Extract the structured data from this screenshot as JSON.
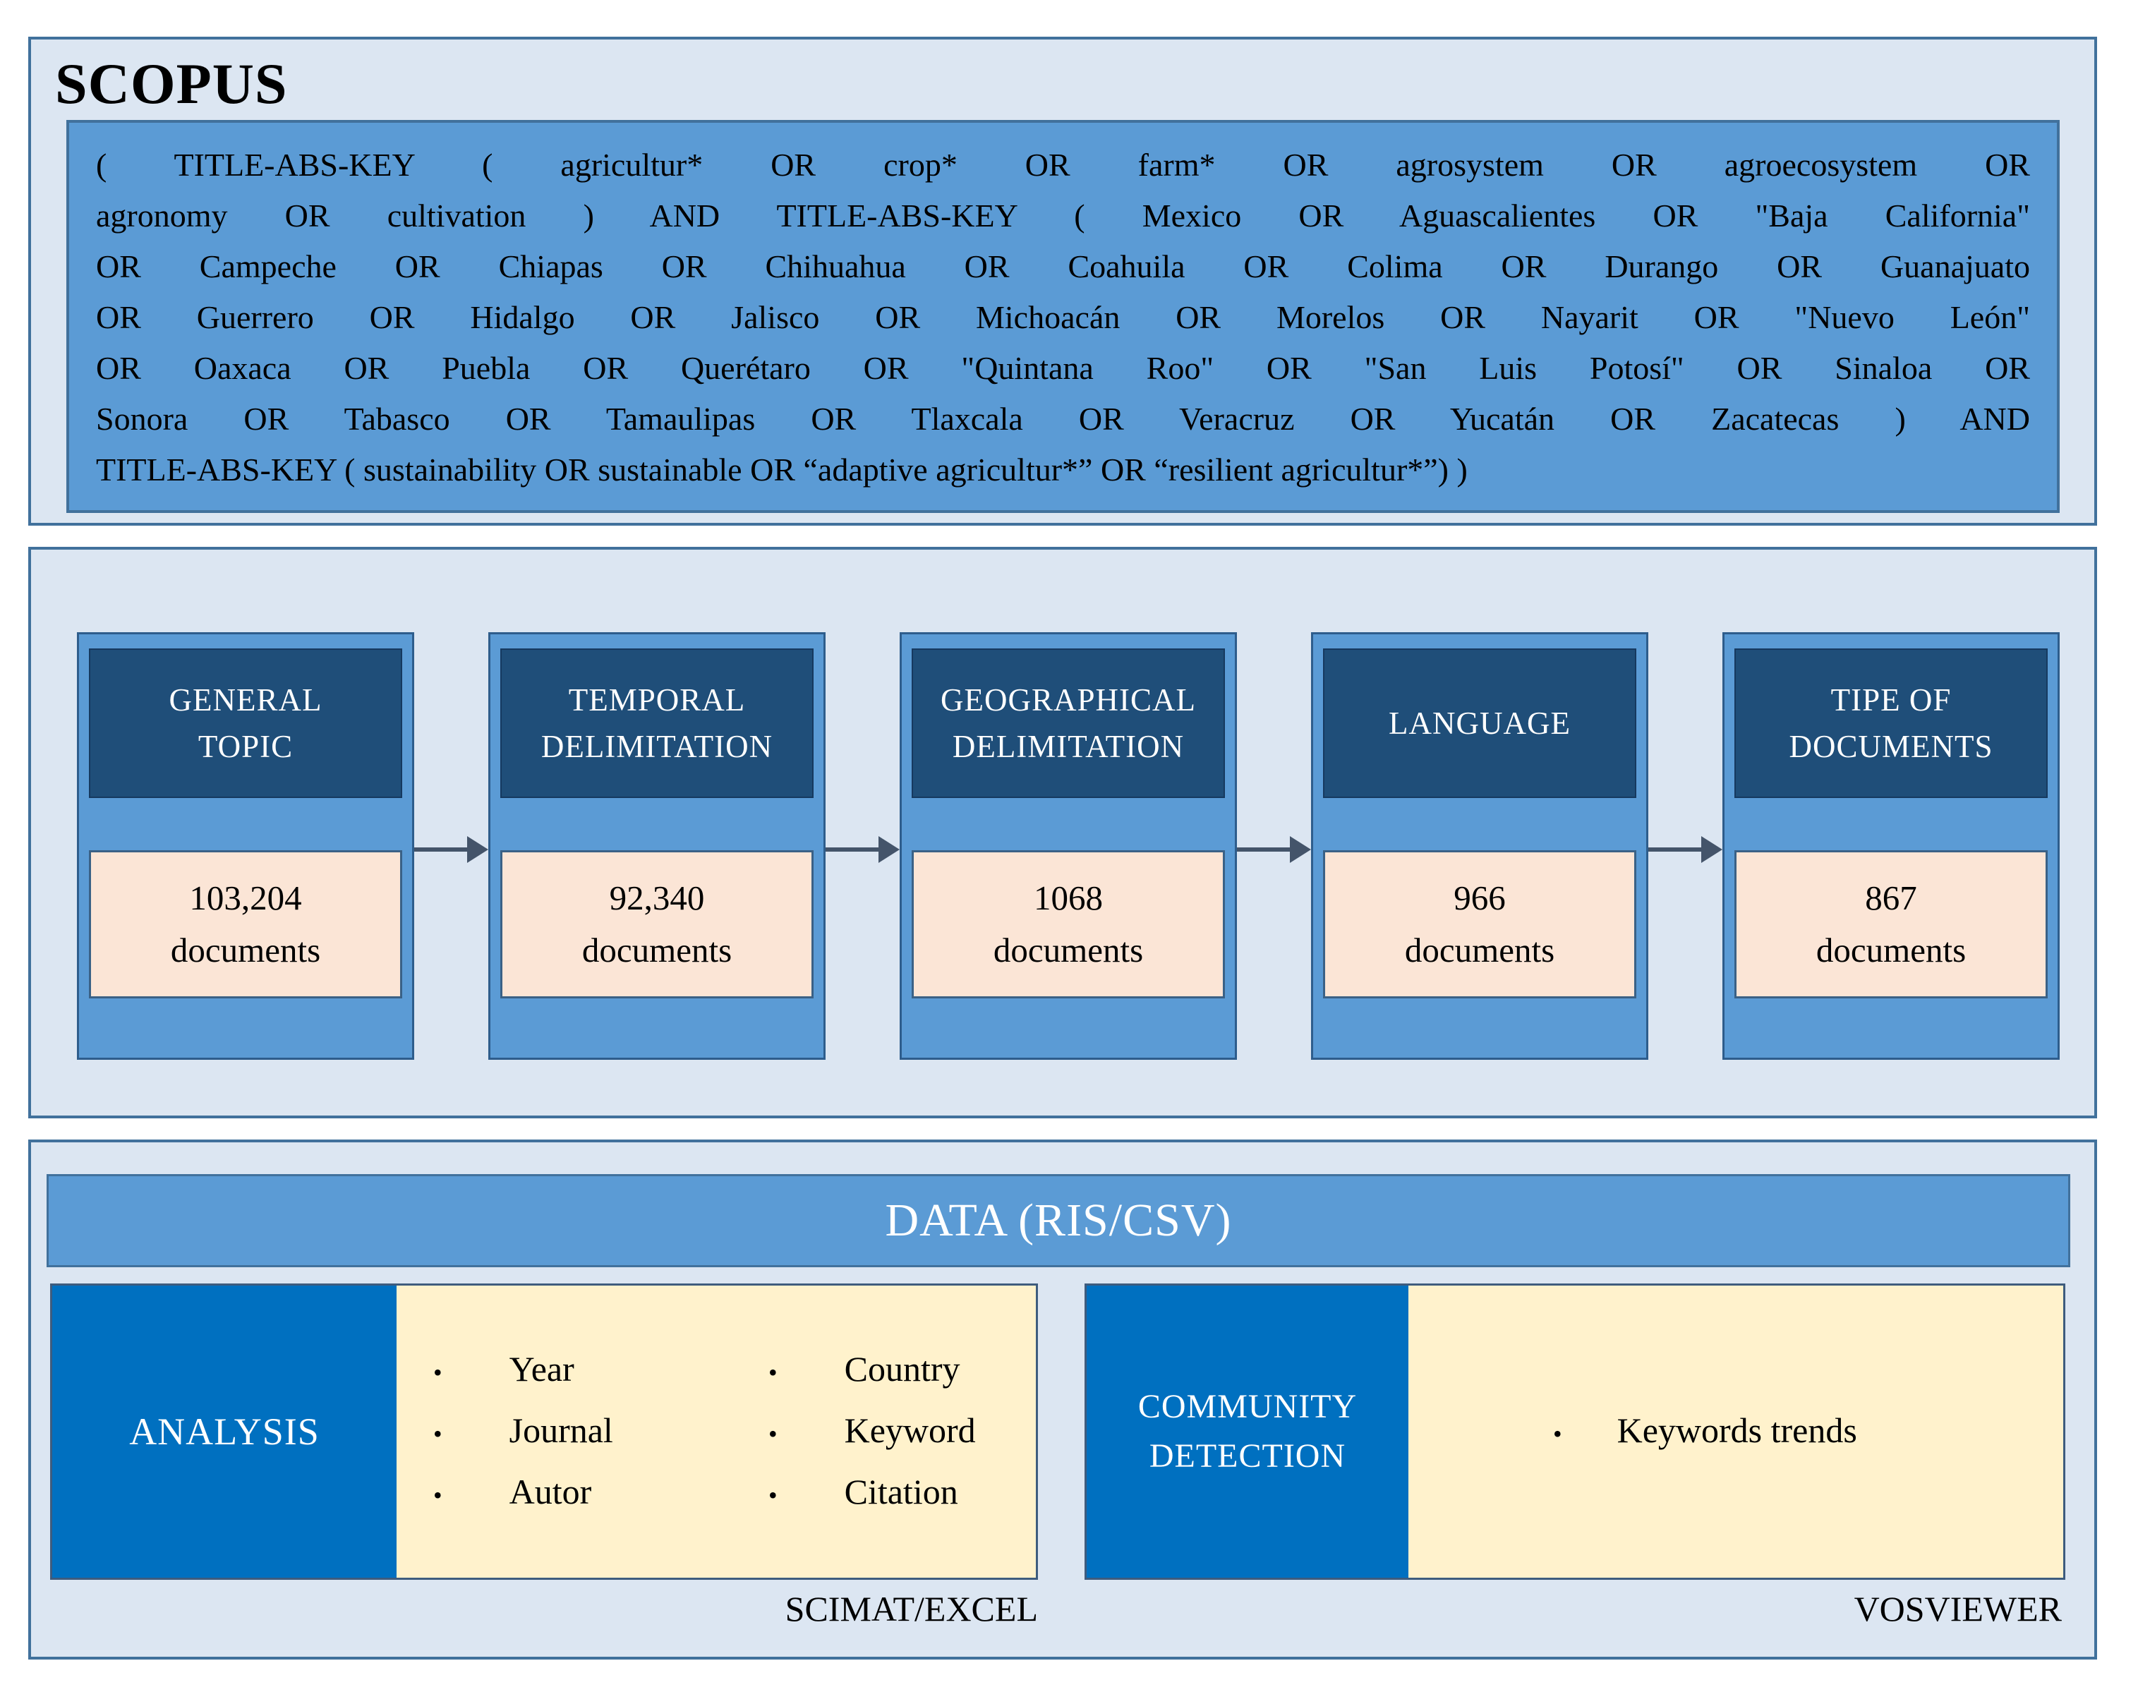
{
  "colors": {
    "section_bg": "#DCE6F2",
    "section_border": "#41719C",
    "box_blue": "#5B9BD5",
    "header_navy": "#1F4E79",
    "peach": "#FBE5D6",
    "cream": "#FFF2CC",
    "bright_blue": "#0070C0",
    "arrow": "#44546A",
    "text_white": "#FFFFFF",
    "text_black": "#000000"
  },
  "scopus": {
    "title": "SCOPUS",
    "query_lines": [
      "( TITLE-ABS-KEY ( agricultur* OR crop* OR farm* OR agrosystem OR agroecosystem OR",
      "agronomy OR cultivation ) AND TITLE-ABS-KEY ( Mexico OR Aguascalientes OR \"Baja California\"",
      "OR Campeche OR Chiapas OR Chihuahua OR Coahuila OR Colima OR Durango OR Guanajuato",
      "OR Guerrero OR Hidalgo OR Jalisco OR Michoacán OR Morelos OR Nayarit OR \"Nuevo León\"",
      "OR Oaxaca OR Puebla OR Querétaro OR \"Quintana Roo\" OR \"San Luis Potosí\" OR Sinaloa OR",
      "Sonora OR Tabasco OR Tamaulipas OR Tlaxcala OR Veracruz OR Yucatán OR Zacatecas ) AND",
      "TITLE-ABS-KEY ( sustainability OR sustainable OR “adaptive agricultur*” OR “resilient agricultur*”) )"
    ]
  },
  "flow": {
    "steps": [
      {
        "title_line1": "GENERAL",
        "title_line2": "TOPIC",
        "count": "103,204",
        "unit": "documents"
      },
      {
        "title_line1": "TEMPORAL",
        "title_line2": "DELIMITATION",
        "count": "92,340",
        "unit": "documents"
      },
      {
        "title_line1": "GEOGRAPHICAL",
        "title_line2": "DELIMITATION",
        "count": "1068",
        "unit": "documents"
      },
      {
        "title_line1": "LANGUAGE",
        "title_line2": "",
        "count": "966",
        "unit": "documents"
      },
      {
        "title_line1": "TIPE OF",
        "title_line2": "DOCUMENTS",
        "count": "867",
        "unit": "documents"
      }
    ]
  },
  "data_section": {
    "banner": "DATA (RIS/CSV)",
    "analysis_panel": {
      "header": "ANALYSIS",
      "col1": [
        "Year",
        "Journal",
        "Autor"
      ],
      "col2": [
        "Country",
        "Keyword",
        "Citation"
      ],
      "tool": "SCIMAT/EXCEL"
    },
    "community_panel": {
      "header_line1": "COMMUNITY",
      "header_line2": "DETECTION",
      "bullet": "Keywords trends",
      "tool": "VOSVIEWER"
    }
  }
}
